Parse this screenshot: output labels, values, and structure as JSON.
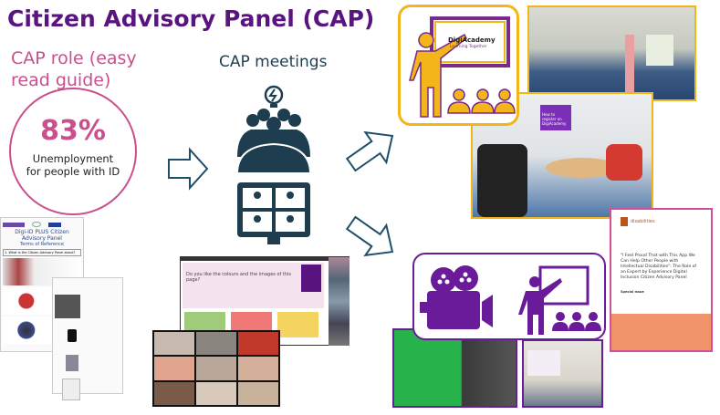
{
  "title": "Citizen Advisory Panel (CAP)",
  "cap_role": {
    "line1": "CAP role (easy",
    "line2": "read guide)"
  },
  "stat": {
    "value": "83%",
    "label": "Unemployment for people with ID"
  },
  "meetings": {
    "label": "CAP meetings"
  },
  "terms_doc": {
    "title": "Digi-ID PLUS Citizen Advisory Panel",
    "subtitle": "Terms of Reference",
    "section": "1. What is the Citizen Advisory Panel about?"
  },
  "zoom_screen": {
    "question": "Do you like the colours and the images of this page?"
  },
  "academy": {
    "brand": "DigiAcademy",
    "tagline": "Learning Together"
  },
  "classroom_screen": {
    "text": "How to register on DigiAcademy"
  },
  "paper": {
    "journal": "disabilities",
    "title": "\"I Feel Proud That with This App We Can Help Other People with Intellectual Disabilities\": The Role of an Expert by Experience Digital Inclusion Citizen Advisory Panel",
    "special": "Special Issue"
  },
  "colors": {
    "purple": "#5a1480",
    "pink": "#c9508c",
    "teal": "#1e3e50",
    "yellow": "#f2b51a",
    "orange": "#f0936a"
  }
}
